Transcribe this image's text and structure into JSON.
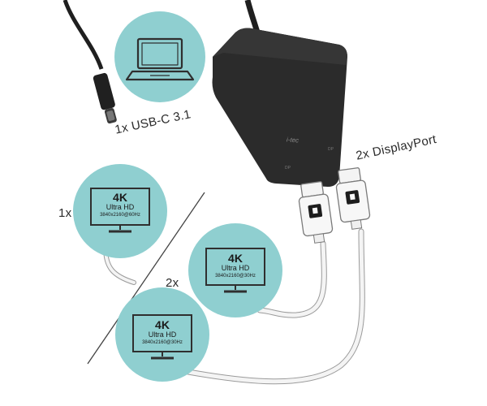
{
  "colors": {
    "circle_fill": "#8fcfd0",
    "cable": "#1f1f1f",
    "adapter": "#2a2a2a",
    "dp_cable": "#f4f4f4",
    "dp_cable_outline": "#9a9a9a"
  },
  "adapter": {
    "brand": "i-tec",
    "port_left": "DP",
    "port_right": "DP"
  },
  "connectors": {
    "usb_c_label": "1x USB-C 3.1",
    "displayport_label": "2x DisplayPort"
  },
  "laptop": {
    "icon": "laptop-icon"
  },
  "modes": {
    "single": {
      "multiplier": "1x",
      "monitor": {
        "title": "4K",
        "subtitle": "Ultra HD",
        "resolution": "3840x2160@60Hz"
      }
    },
    "dual": {
      "multiplier": "2x",
      "monitors": [
        {
          "title": "4K",
          "subtitle": "Ultra HD",
          "resolution": "3840x2160@30Hz"
        },
        {
          "title": "4K",
          "subtitle": "Ultra HD",
          "resolution": "3840x2160@30Hz"
        }
      ]
    }
  }
}
